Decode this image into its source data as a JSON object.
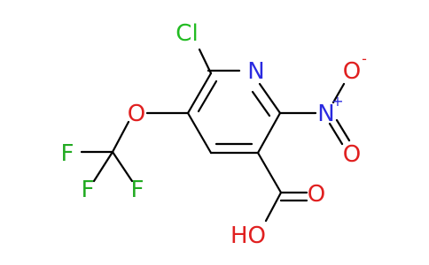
{
  "atoms": {
    "cl": "Cl",
    "n_ring": "N",
    "o_ether": "O",
    "f1": "F",
    "f2": "F",
    "f3": "F",
    "n_nitro": "N",
    "o_nitro_top": "O",
    "o_nitro_bottom": "O",
    "o_carbonyl": "O",
    "oh": "HO"
  },
  "charges": {
    "nitro_n": "+",
    "nitro_o": "-"
  },
  "colors": {
    "bond": "#000000",
    "chlorine": "#22bb22",
    "nitrogen": "#2a2ae0",
    "oxygen": "#e02020",
    "fluorine": "#22aa22"
  }
}
